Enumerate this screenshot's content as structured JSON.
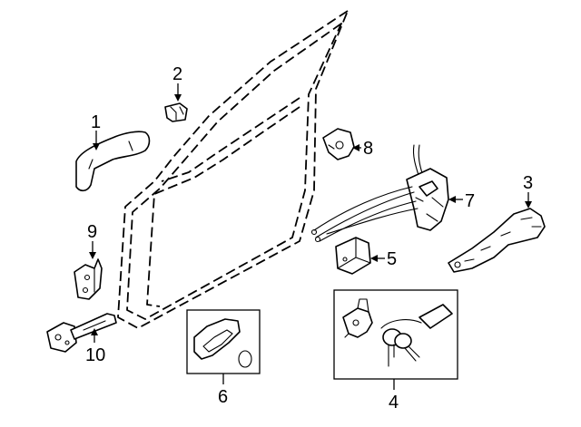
{
  "callouts": {
    "part_1": "1",
    "part_2": "2",
    "part_3": "3",
    "part_4": "4",
    "part_5": "5",
    "part_6": "6",
    "part_7": "7",
    "part_8": "8",
    "part_9": "9",
    "part_10": "10"
  },
  "colors": {
    "line": "#000000",
    "background": "#ffffff"
  }
}
